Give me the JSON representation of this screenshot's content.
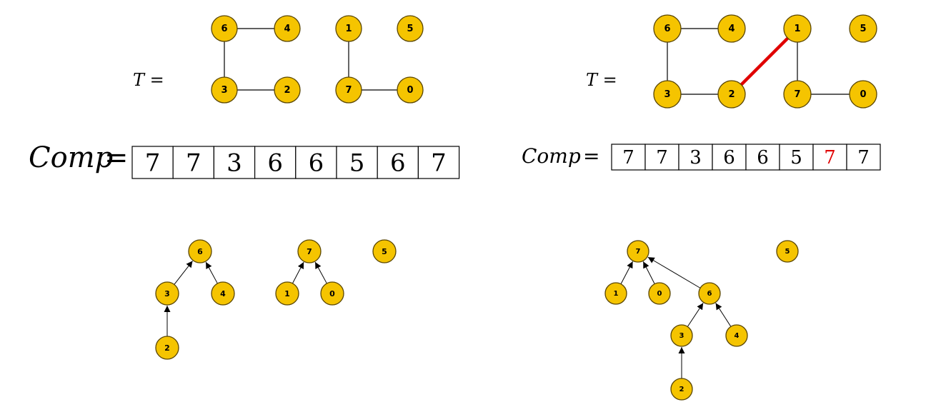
{
  "colors": {
    "node_fill": "#f5c400",
    "node_stroke": "#5a4600",
    "highlight": "#e00000",
    "text": "#000000"
  },
  "left": {
    "t_label": "T =",
    "comp_label": "Comp",
    "comp_eq": "=",
    "comp_values": [
      "7",
      "7",
      "3",
      "6",
      "6",
      "5",
      "6",
      "7"
    ],
    "highlight_index": -1,
    "graph": {
      "nodes": [
        "6",
        "4",
        "1",
        "5",
        "3",
        "2",
        "7",
        "0"
      ],
      "edges": [
        [
          "6",
          "4"
        ],
        [
          "6",
          "3"
        ],
        [
          "3",
          "2"
        ],
        [
          "1",
          "7"
        ],
        [
          "7",
          "0"
        ]
      ],
      "highlight_edge": null
    },
    "forest": {
      "nodes": [
        "6",
        "3",
        "4",
        "2",
        "7",
        "1",
        "0",
        "5"
      ],
      "parent_links": [
        [
          "3",
          "6"
        ],
        [
          "4",
          "6"
        ],
        [
          "2",
          "3"
        ],
        [
          "1",
          "7"
        ],
        [
          "0",
          "7"
        ]
      ]
    }
  },
  "right": {
    "t_label": "T =",
    "comp_label": "Comp",
    "comp_eq": "=",
    "comp_values": [
      "7",
      "7",
      "3",
      "6",
      "6",
      "5",
      "7",
      "7"
    ],
    "highlight_index": 6,
    "graph": {
      "nodes": [
        "6",
        "4",
        "1",
        "5",
        "3",
        "2",
        "7",
        "0"
      ],
      "edges": [
        [
          "6",
          "4"
        ],
        [
          "6",
          "3"
        ],
        [
          "3",
          "2"
        ],
        [
          "1",
          "7"
        ],
        [
          "7",
          "0"
        ]
      ],
      "highlight_edge": [
        "2",
        "1"
      ]
    },
    "forest": {
      "nodes": [
        "7",
        "1",
        "0",
        "6",
        "3",
        "4",
        "2",
        "5"
      ],
      "parent_links": [
        [
          "1",
          "7"
        ],
        [
          "0",
          "7"
        ],
        [
          "6",
          "7"
        ],
        [
          "3",
          "6"
        ],
        [
          "4",
          "6"
        ],
        [
          "2",
          "3"
        ]
      ]
    }
  }
}
